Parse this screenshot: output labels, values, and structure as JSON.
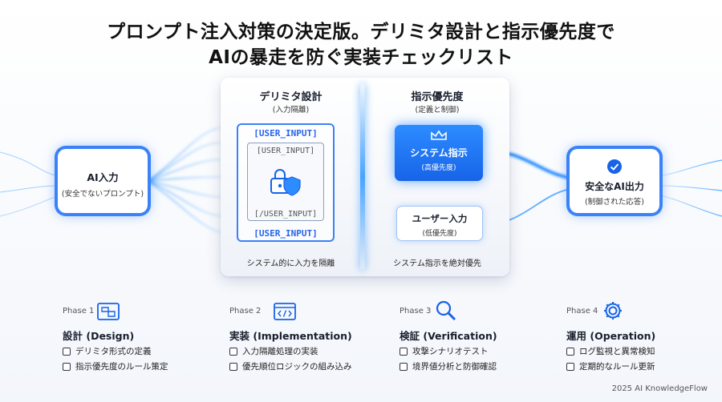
{
  "title": {
    "line1": "プロンプト注入対策の決定版。デリミタ設計と指示優先度で",
    "line2": "AIの暴走を防ぐ実装チェックリスト"
  },
  "input_node": {
    "label": "AI入力",
    "sub": "(安全でないプロンプト)"
  },
  "output_node": {
    "label": "安全なAI出力",
    "sub": "(制御された応答)"
  },
  "delimiter": {
    "title": "デリミタ設計",
    "sub": "(入力隔離)",
    "tag_outer_open": "[USER_INPUT]",
    "tag_inner_open": "[USER_INPUT]",
    "tag_inner_close": "[/USER_INPUT]",
    "tag_outer_close": "[USER_INPUT]",
    "footer": "システム的に入力を隔離"
  },
  "priority": {
    "title": "指示優先度",
    "sub": "(定義と制御)",
    "system_label": "システム指示",
    "system_sub": "(高優先度)",
    "user_label": "ユーザー入力",
    "user_sub": "(低優先度)",
    "footer": "システム指示を絶対優先"
  },
  "phases": [
    {
      "phase": "Phase 1",
      "title": "設計 (Design)",
      "icon": "blueprint-icon",
      "items": [
        "デリミタ形式の定義",
        "指示優先度のルール策定"
      ]
    },
    {
      "phase": "Phase 2",
      "title": "実装 (Implementation)",
      "icon": "code-window-icon",
      "items": [
        "入力隔離処理の実装",
        "優先順位ロジックの組み込み"
      ]
    },
    {
      "phase": "Phase 3",
      "title": "検証 (Verification)",
      "icon": "magnifier-icon",
      "items": [
        "攻撃シナリオテスト",
        "境界値分析と防御確認"
      ]
    },
    {
      "phase": "Phase 4",
      "title": "運用 (Operation)",
      "icon": "gear-icon",
      "items": [
        "ログ監視と異常検知",
        "定期的なルール更新"
      ]
    }
  ],
  "colors": {
    "accent": "#2d8cff",
    "accent_dark": "#1763e8",
    "glow": "#4aa3ff"
  },
  "copyright": "2025 AI KnowledgeFlow"
}
